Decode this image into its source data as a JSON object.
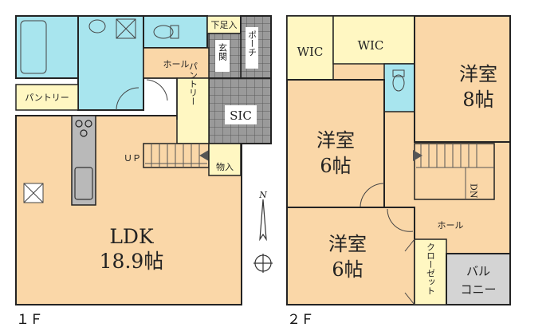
{
  "colors": {
    "room": "#fad7a8",
    "bath": "#a8e5ee",
    "closet": "#fff7c2",
    "tile": "#9a9a9a",
    "balcony": "#d4d4d4",
    "wall": "#232323"
  },
  "floor1": {
    "label": "１Ｆ",
    "ldk_line1": "LDK",
    "ldk_line2": "18.9帖",
    "hall": "ホール",
    "pantry_left": "パントリー",
    "pantry_right": "パントリー",
    "entrance": "玄関",
    "porch": "ポーチ",
    "shoe_closet": "下足入",
    "sic": "SIC",
    "storage": "物入",
    "stairs_up": "ＵＰ"
  },
  "floor2": {
    "label": "２Ｆ",
    "wic_left": "WIC",
    "wic_right": "WIC",
    "room8_line1": "洋室",
    "room8_line2": "8帖",
    "room6a_line1": "洋室",
    "room6a_line2": "6帖",
    "room6b_line1": "洋室",
    "room6b_line2": "6帖",
    "hall": "ホール",
    "closet": "クローゼット",
    "balcony_line1": "バル",
    "balcony_line2": "コニー",
    "stairs_dn": "DN"
  },
  "compass": {
    "north": "N"
  }
}
